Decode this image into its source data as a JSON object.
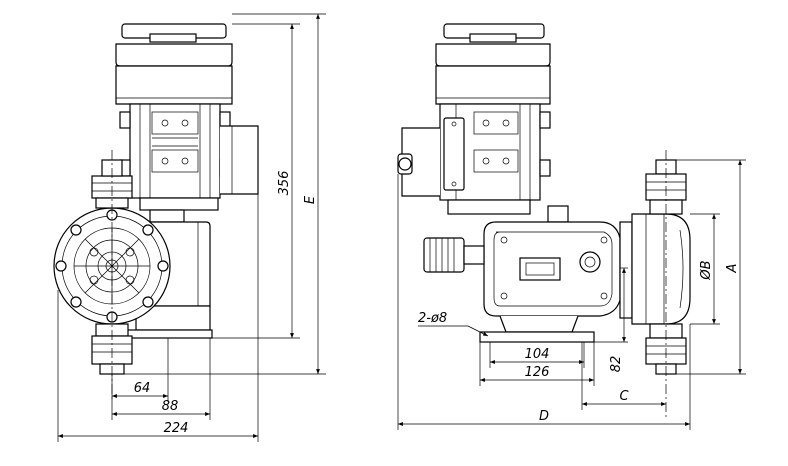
{
  "dimensions": {
    "height_356": "356",
    "overall_E": "E",
    "width_64": "64",
    "width_88": "88",
    "width_224": "224",
    "hole_note": "2-ø8",
    "base_104": "104",
    "base_126": "126",
    "height_82": "82",
    "offset_C": "C",
    "length_D": "D",
    "diameter_B": "ØB",
    "height_A": "A"
  }
}
